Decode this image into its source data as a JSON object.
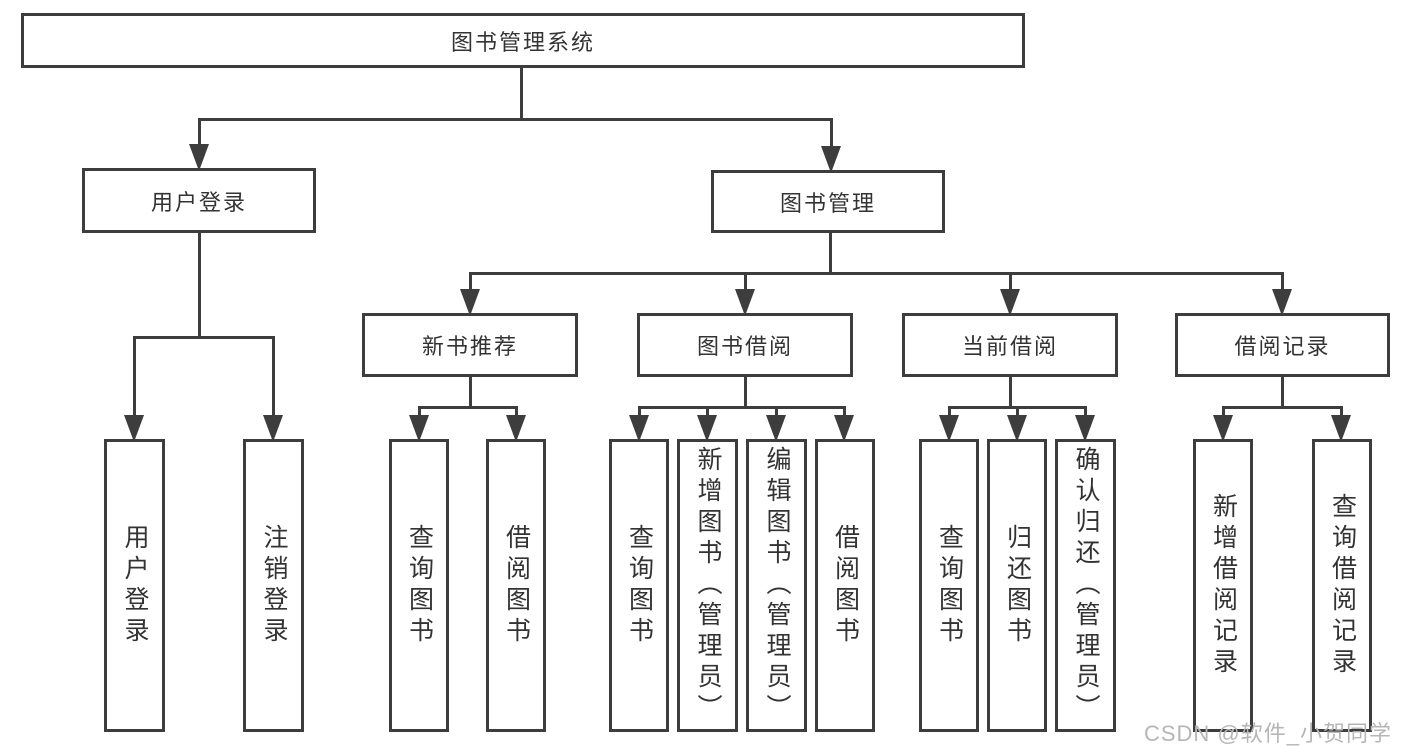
{
  "diagram": {
    "type": "hierarchy-tree",
    "root": {
      "label": "图书管理系统"
    },
    "branches": {
      "user": {
        "label": "用户登录",
        "children": [
          {
            "label": "用户登录"
          },
          {
            "label": "注销登录"
          }
        ]
      },
      "book": {
        "label": "图书管理",
        "children": [
          {
            "label": "新书推荐",
            "children": [
              {
                "label": "查询图书"
              },
              {
                "label": "借阅图书"
              }
            ]
          },
          {
            "label": "图书借阅",
            "children": [
              {
                "label": "查询图书"
              },
              {
                "label": "新增图书（管理员）"
              },
              {
                "label": "编辑图书（管理员）"
              },
              {
                "label": "借阅图书"
              }
            ]
          },
          {
            "label": "当前借阅",
            "children": [
              {
                "label": "查询图书"
              },
              {
                "label": "归还图书"
              },
              {
                "label": "确认归还（管理员）"
              }
            ]
          },
          {
            "label": "借阅记录",
            "children": [
              {
                "label": "新增借阅记录"
              },
              {
                "label": "查询借阅记录"
              }
            ]
          }
        ]
      }
    },
    "watermark": "CSDN @软件_小贺同学",
    "colors": {
      "line": "#3d3d3d",
      "text": "#333333",
      "background": "#ffffff",
      "watermark": "#b6b6b6"
    }
  }
}
